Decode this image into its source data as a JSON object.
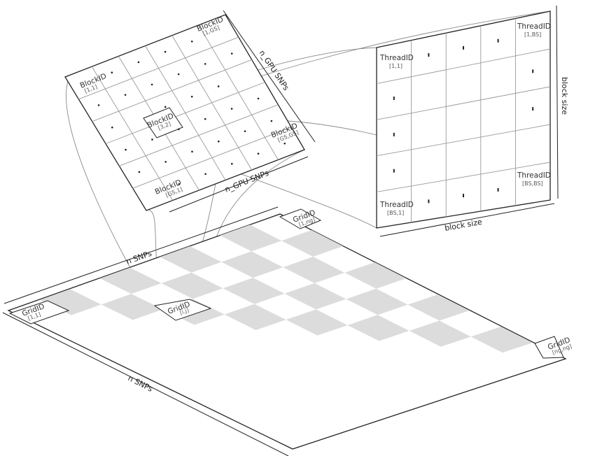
{
  "colors": {
    "line": "#222222",
    "grid": "#999999",
    "checker": "#dcdcdc",
    "curve": "#8a8a8a"
  },
  "grid_panel": {
    "axis_top": "n SNPs",
    "axis_left": "n SNPs",
    "cells": [
      {
        "title": "GridID",
        "sub": "[1,1]"
      },
      {
        "title": "GridID",
        "sub": "[1,ng]"
      },
      {
        "title": "GridID",
        "sub": "[i,j]"
      },
      {
        "title": "GridID",
        "sub": "[ng,ng]"
      }
    ]
  },
  "block_panel": {
    "axis_right": "n_GPU SNPs",
    "axis_bottom": "n_GPU SNPs",
    "cells": [
      {
        "title": "BlockID",
        "sub": "[1,1]"
      },
      {
        "title": "BlockID",
        "sub": "[1,GS]"
      },
      {
        "title": "BlockID",
        "sub": "[3,2]"
      },
      {
        "title": "BlockID",
        "sub": "[GS,GS]"
      },
      {
        "title": "BlockID",
        "sub": "[GS,1]"
      }
    ]
  },
  "thread_panel": {
    "axis_right": "block size",
    "axis_bottom": "block size",
    "cells": [
      {
        "title": "ThreadID",
        "sub": "[1,1]"
      },
      {
        "title": "ThreadID",
        "sub": "[1,BS]"
      },
      {
        "title": "ThreadID",
        "sub": "[BS,BS]"
      },
      {
        "title": "ThreadID",
        "sub": "[BS,1]"
      }
    ]
  }
}
